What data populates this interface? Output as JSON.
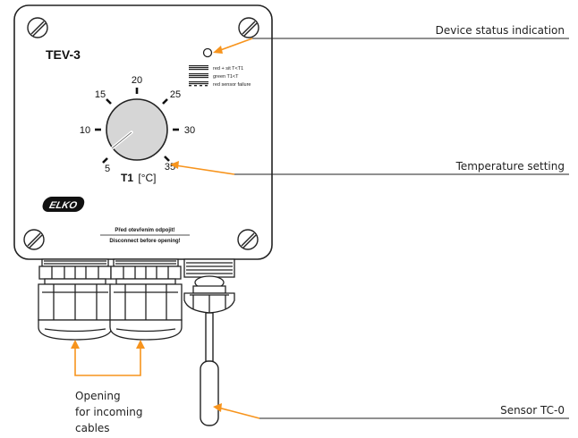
{
  "device": {
    "model": "TEV-3",
    "brand": "ELKO",
    "dial_unit_main": "T1",
    "dial_unit_suffix": "[°C]",
    "dial_scale": [
      "5",
      "10",
      "15",
      "20",
      "25",
      "30",
      "35"
    ],
    "warning_cz": "Před otevřením odpojit!",
    "warning_en": "Disconnect before opening!",
    "legend": [
      {
        "pattern": "solid",
        "text": "red + sit  T<T1"
      },
      {
        "pattern": "solid",
        "text": "green     T1<T"
      },
      {
        "pattern": "dashed",
        "text": "red sensor failure"
      }
    ]
  },
  "callouts": {
    "status": "Device status indication",
    "temperature": "Temperature setting",
    "sensor": "Sensor TC-0",
    "opening": [
      "Opening",
      "for incoming",
      "cables"
    ]
  },
  "colors": {
    "arrow": "#f7941d",
    "line": "#222222",
    "dial_fill": "#d6d6d6"
  }
}
